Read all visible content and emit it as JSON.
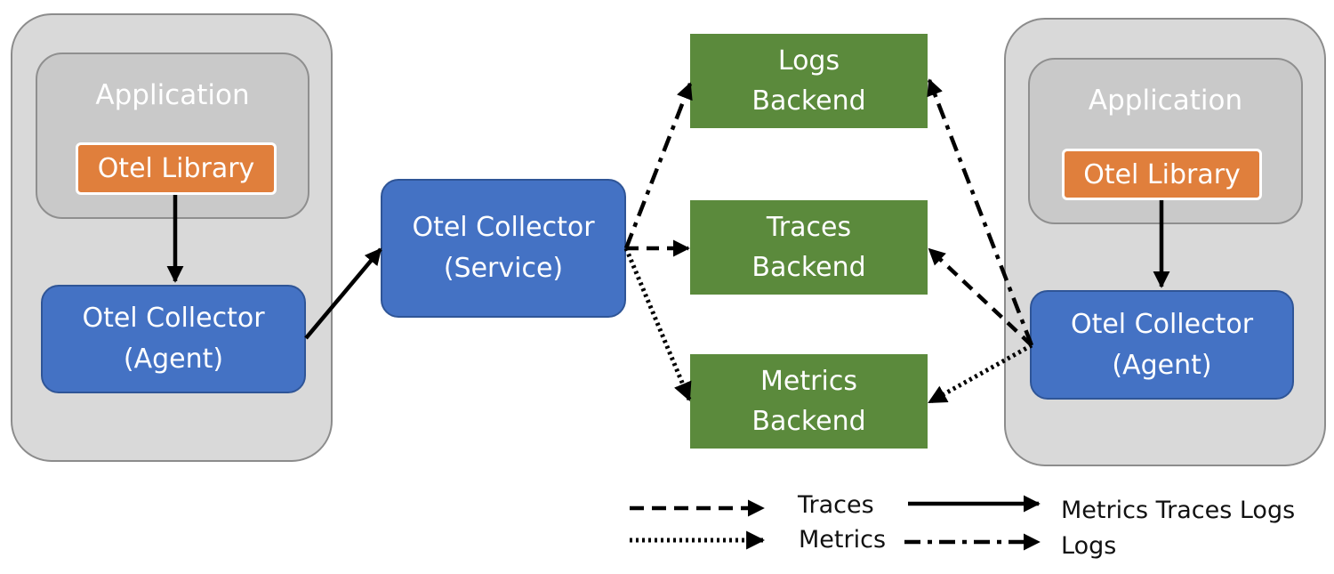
{
  "left_host": {
    "application_label": "Application",
    "library_label": "Otel Library",
    "collector_line1": "Otel Collector",
    "collector_line2": "(Agent)"
  },
  "right_host": {
    "application_label": "Application",
    "library_label": "Otel Library",
    "collector_line1": "Otel Collector",
    "collector_line2": "(Agent)"
  },
  "service_collector": {
    "line1": "Otel Collector",
    "line2": "(Service)"
  },
  "backends": {
    "logs": {
      "line1": "Logs",
      "line2": "Backend"
    },
    "traces": {
      "line1": "Traces",
      "line2": "Backend"
    },
    "metrics": {
      "line1": "Metrics",
      "line2": "Backend"
    }
  },
  "legend": {
    "traces": "Traces",
    "metrics": "Metrics",
    "all": "Metrics Traces Logs",
    "logs": "Logs"
  },
  "colors": {
    "host_fill": "#d9d9d9",
    "application_fill": "#c9c9c9",
    "library_fill": "#e07f3c",
    "collector_fill": "#4472c4",
    "backend_fill": "#5b8a3c"
  }
}
